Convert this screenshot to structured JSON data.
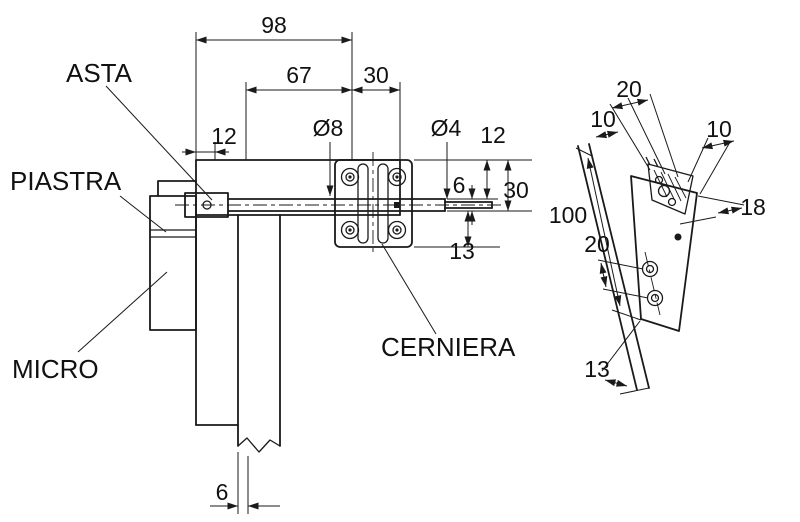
{
  "drawing_type": "technical-drawing",
  "labels": {
    "asta": "ASTA",
    "piastra": "PIASTRA",
    "micro": "MICRO",
    "cerniera": "CERNIERA"
  },
  "front": {
    "dims": {
      "total_width": "98",
      "rod_length": "67",
      "hinge_width": "30",
      "plate_offset": "12",
      "rod_dia": "Ø8",
      "tip_dia": "Ø4",
      "right_offset": "12",
      "rod_thickness": "6",
      "hinge_height": "30",
      "lower_offset": "13",
      "stem_width": "6"
    }
  },
  "side": {
    "dims": {
      "hinge_width": "20",
      "offset_left": "10",
      "offset_right": "10",
      "plate_length": "100",
      "hinge_depth": "18",
      "hole_spacing": "20",
      "bottom_offset": "13"
    }
  },
  "colors": {
    "line": "#1a1a1a",
    "background": "#ffffff"
  }
}
